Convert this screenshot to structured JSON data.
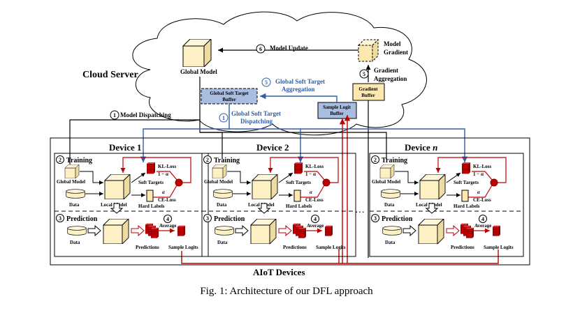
{
  "cloud": {
    "title": "Cloud Server",
    "global_model": "Global Model",
    "model_gradient_1": "Model",
    "model_gradient_2": "Gradient",
    "gradient_buffer_1": "Gradient",
    "gradient_buffer_2": "Buffer",
    "global_soft_target_buffer_1": "Global Soft Target",
    "global_soft_target_buffer_2": "Buffer",
    "sample_logit_buffer_1": "Sample Logit",
    "sample_logit_buffer_2": "Buffer"
  },
  "steps": {
    "s1_num": "1",
    "s1_label": "Model Dispatching",
    "s1b_num": "1",
    "s1b_label_1": "Global Soft Target",
    "s1b_label_2": "Dispatching",
    "s5_num": "5",
    "s5_label_1": "Global Soft Target",
    "s5_label_2": "Aggregation",
    "s5b_num": "5",
    "s5b_label_1": "Gradient",
    "s5b_label_2": "Aggregation",
    "s6_num": "6",
    "s6_label": "Model Update"
  },
  "devices": [
    {
      "title": "Device 1"
    },
    {
      "title": "Device 2"
    },
    {
      "title": "Device n",
      "title_main": "Device",
      "title_var": "n"
    }
  ],
  "device_labels": {
    "training_num": "2",
    "training": "Training",
    "prediction_num": "3",
    "prediction": "Prediction",
    "global_model": "Global Model",
    "data": "Data",
    "local_model": "Local Model",
    "soft_targets": "Soft Targets",
    "hard_labels": "Hard Labels",
    "kl_loss": "KL-Loss",
    "one_minus_alpha": "1 − α",
    "alpha": "α",
    "ce_loss": "CE-Loss",
    "average_num": "4",
    "average": "Average",
    "predictions": "Predictions",
    "sample_logits": "Sample Logits"
  },
  "ellipsis": "…",
  "aiot_label": "AIoT Devices",
  "caption": "Fig. 1: Architecture of our DFL approach",
  "colors": {
    "blue": "#2f5ea8",
    "red": "#c00000",
    "model_fill": "#fdf0c4",
    "buffer_blue": "#a9bde0",
    "buffer_yellow": "#fde9b0",
    "dark_red": "#8a0000"
  }
}
